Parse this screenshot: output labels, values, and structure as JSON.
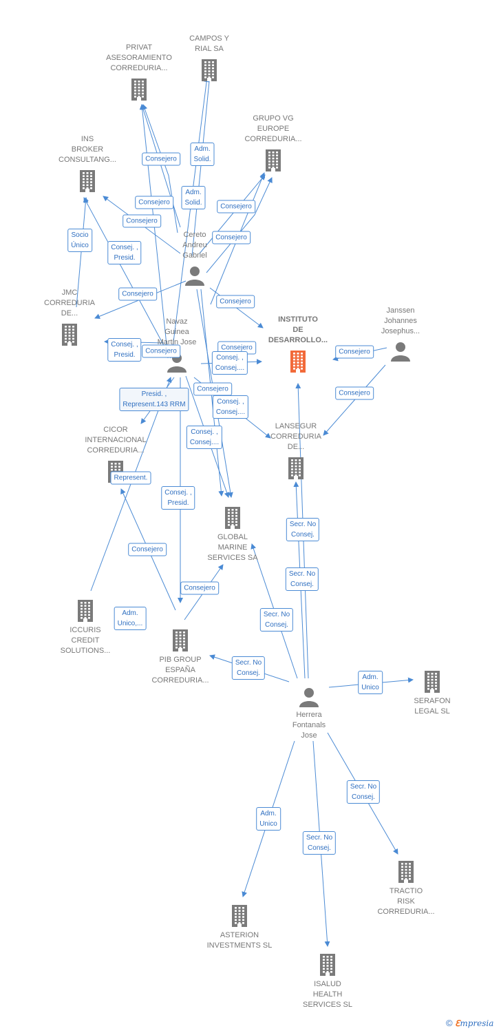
{
  "colors": {
    "edge": "#4a8ad4",
    "node": "#7a7a7a",
    "main": "#f26a3a",
    "label_text": "#2f6fc0"
  },
  "nodes": [
    {
      "id": "privat",
      "type": "company",
      "lines": [
        "PRIVAT",
        "ASESORAMIENTO",
        "CORREDURIA..."
      ]
    },
    {
      "id": "campos",
      "type": "company",
      "lines": [
        "CAMPOS Y",
        "RIAL SA"
      ]
    },
    {
      "id": "grupovg",
      "type": "company",
      "lines": [
        "GRUPO VG",
        "EUROPE",
        "CORREDURIA..."
      ]
    },
    {
      "id": "ins",
      "type": "company",
      "lines": [
        "INS",
        "BROKER",
        "CONSULTANG..."
      ]
    },
    {
      "id": "cereto",
      "type": "person",
      "lines": [
        "Cereto",
        "Andreu",
        "Gabriel"
      ]
    },
    {
      "id": "jmc",
      "type": "company",
      "lines": [
        "JMC",
        "CORREDURIA",
        "DE..."
      ]
    },
    {
      "id": "instituto",
      "type": "main",
      "lines": [
        "INSTITUTO",
        "DE",
        "DESARROLLO..."
      ]
    },
    {
      "id": "janssen",
      "type": "person",
      "lines": [
        "Janssen",
        "Johannes",
        "Josephus..."
      ]
    },
    {
      "id": "navaz",
      "type": "person",
      "lines": [
        "Navaz",
        "Guinea",
        "Martin Jose"
      ]
    },
    {
      "id": "lansegur",
      "type": "company",
      "lines": [
        "LANSEGUR",
        "CORREDURIA",
        "DE..."
      ]
    },
    {
      "id": "cicor",
      "type": "company",
      "lines": [
        "CICOR",
        "INTERNACIONAL",
        "CORREDURIA..."
      ]
    },
    {
      "id": "global",
      "type": "company",
      "lines": [
        "GLOBAL",
        "MARINE",
        "SERVICES SA"
      ]
    },
    {
      "id": "iccuris",
      "type": "company",
      "lines": [
        "ICCURIS",
        "CREDIT",
        "SOLUTIONS..."
      ]
    },
    {
      "id": "pib",
      "type": "company",
      "lines": [
        "PIB GROUP",
        "ESPAÑA",
        "CORREDURIA..."
      ]
    },
    {
      "id": "herrera",
      "type": "person",
      "lines": [
        "Herrera",
        "Fontanals",
        "Jose"
      ]
    },
    {
      "id": "serafon",
      "type": "company",
      "lines": [
        "SERAFON",
        "LEGAL SL"
      ]
    },
    {
      "id": "tractio",
      "type": "company",
      "lines": [
        "TRACTIO",
        "RISK",
        "CORREDURIA..."
      ]
    },
    {
      "id": "asterion",
      "type": "company",
      "lines": [
        "ASTERION",
        "INVESTMENTS SL"
      ]
    },
    {
      "id": "isalud",
      "type": "company",
      "lines": [
        "ISALUD",
        "HEALTH",
        "SERVICES  SL"
      ]
    }
  ],
  "edge_labels": [
    {
      "id": "l1",
      "lines": [
        "Consejero"
      ]
    },
    {
      "id": "l2",
      "lines": [
        "Adm.",
        "Solid."
      ]
    },
    {
      "id": "l3",
      "lines": [
        "Adm.",
        "Solid."
      ]
    },
    {
      "id": "l4",
      "lines": [
        "Consejero"
      ]
    },
    {
      "id": "l5",
      "lines": [
        "Consejero"
      ]
    },
    {
      "id": "l6",
      "lines": [
        "Consejero"
      ]
    },
    {
      "id": "l7",
      "lines": [
        "Consejero"
      ]
    },
    {
      "id": "l8",
      "lines": [
        "Socio",
        "Único"
      ]
    },
    {
      "id": "l9",
      "lines": [
        "Consej. ,",
        "Presid."
      ]
    },
    {
      "id": "l10",
      "lines": [
        "Consejero"
      ]
    },
    {
      "id": "l11",
      "lines": [
        "Consejero"
      ]
    },
    {
      "id": "l12",
      "lines": [
        "Consej. ,",
        "Presid."
      ]
    },
    {
      "id": "l13",
      "lines": [
        "Consejero"
      ]
    },
    {
      "id": "l14",
      "lines": [
        "Consejero"
      ]
    },
    {
      "id": "l15",
      "lines": [
        "Consej. ,",
        "Consej...."
      ]
    },
    {
      "id": "l16",
      "lines": [
        "Consejero"
      ]
    },
    {
      "id": "l17",
      "lines": [
        "Consejero"
      ]
    },
    {
      "id": "l18",
      "lines": [
        "Presid. ,",
        "Represent.143 RRM"
      ]
    },
    {
      "id": "l19",
      "lines": [
        "Consejero"
      ]
    },
    {
      "id": "l20",
      "lines": [
        "Consej. ,",
        "Consej...."
      ]
    },
    {
      "id": "l21",
      "lines": [
        "Consej. ,",
        "Consej...."
      ]
    },
    {
      "id": "l22",
      "lines": [
        "Represent."
      ]
    },
    {
      "id": "l23",
      "lines": [
        "Consej. ,",
        "Presid."
      ]
    },
    {
      "id": "l24",
      "lines": [
        "Secr.  No",
        "Consej."
      ]
    },
    {
      "id": "l25",
      "lines": [
        "Consejero"
      ]
    },
    {
      "id": "l26",
      "lines": [
        "Secr.  No",
        "Consej."
      ]
    },
    {
      "id": "l27",
      "lines": [
        "Consejero"
      ]
    },
    {
      "id": "l28",
      "lines": [
        "Adm.",
        "Unico,..."
      ]
    },
    {
      "id": "l29",
      "lines": [
        "Secr.  No",
        "Consej."
      ]
    },
    {
      "id": "l30",
      "lines": [
        "Secr.  No",
        "Consej."
      ]
    },
    {
      "id": "l31",
      "lines": [
        "Adm.",
        "Unico"
      ]
    },
    {
      "id": "l32",
      "lines": [
        "Secr.  No",
        "Consej."
      ]
    },
    {
      "id": "l33",
      "lines": [
        "Adm.",
        "Unico"
      ]
    },
    {
      "id": "l34",
      "lines": [
        "Secr.  No",
        "Consej."
      ]
    }
  ],
  "credit": {
    "symbol": "©",
    "brand_first": "ℇ",
    "brand_rest": "mpresia"
  }
}
